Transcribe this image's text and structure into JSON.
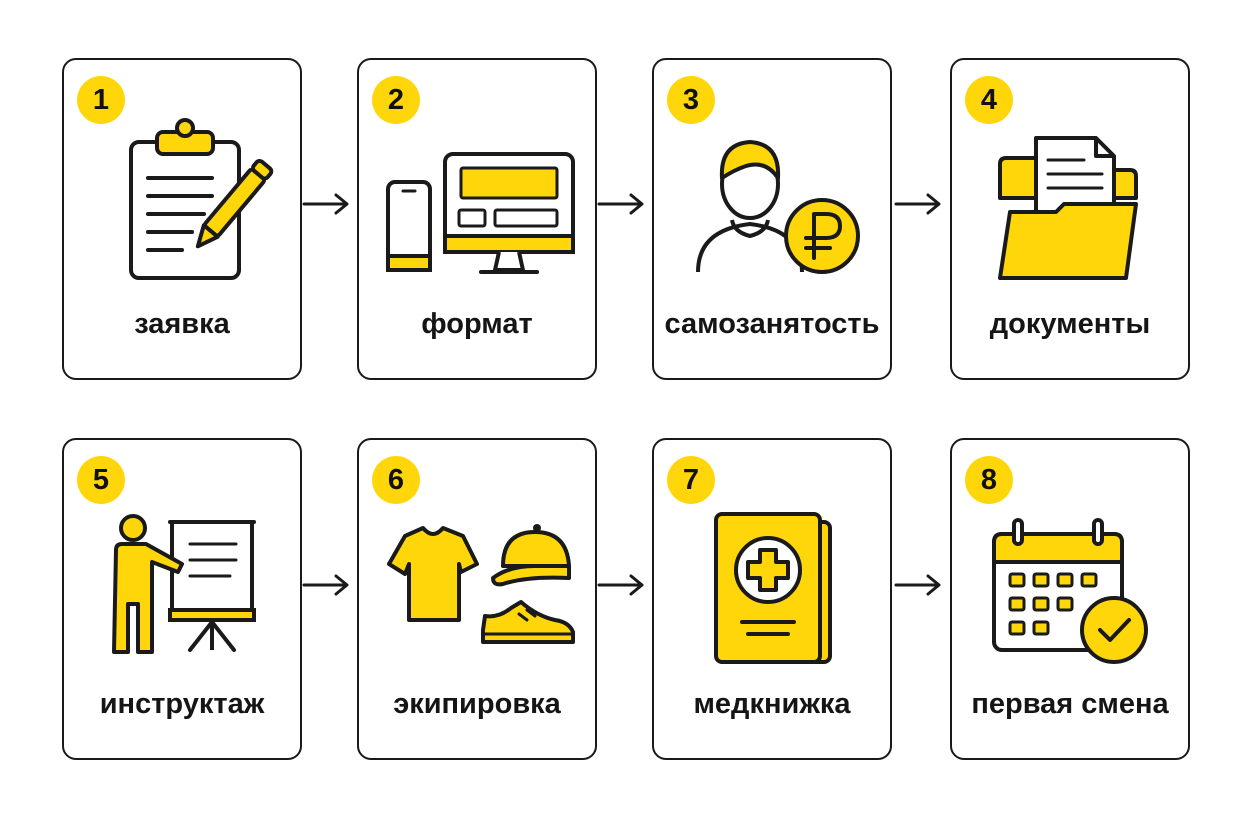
{
  "colors": {
    "accent": "#FFD60A",
    "stroke": "#1a1a1a",
    "background": "#ffffff"
  },
  "steps": [
    {
      "number": "1",
      "label": "заявка",
      "icon": "clipboard-pen-icon"
    },
    {
      "number": "2",
      "label": "формат",
      "icon": "devices-icon"
    },
    {
      "number": "3",
      "label": "самозанятость",
      "icon": "person-ruble-icon"
    },
    {
      "number": "4",
      "label": "документы",
      "icon": "folder-documents-icon"
    },
    {
      "number": "5",
      "label": "инструктаж",
      "icon": "presenter-board-icon"
    },
    {
      "number": "6",
      "label": "экипировка",
      "icon": "uniform-icon"
    },
    {
      "number": "7",
      "label": "медкнижка",
      "icon": "medical-book-icon"
    },
    {
      "number": "8",
      "label": "первая смена",
      "icon": "calendar-check-icon"
    }
  ]
}
